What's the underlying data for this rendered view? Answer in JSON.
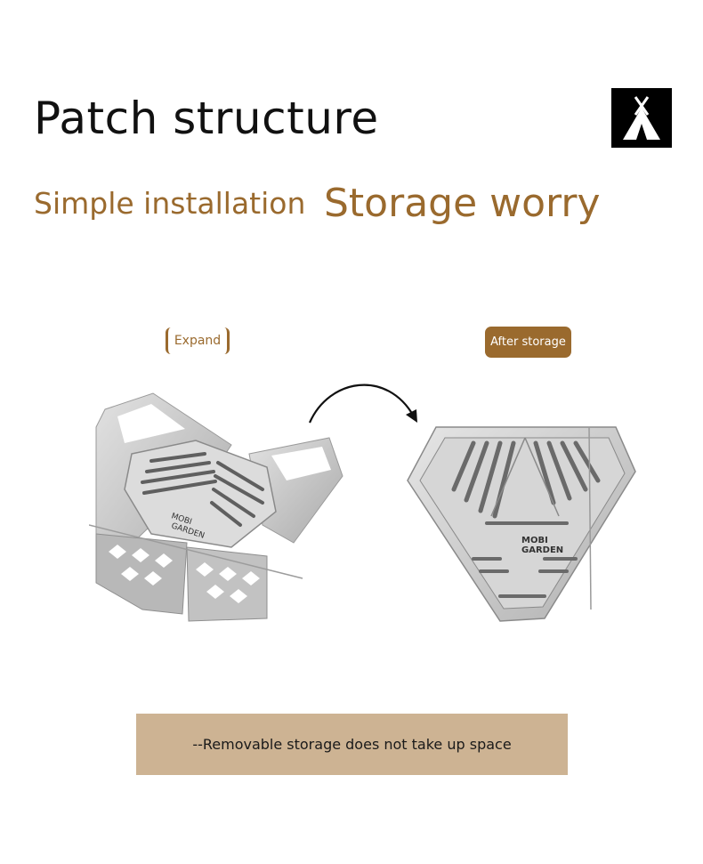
{
  "colors": {
    "accent_brown": "#9a6a2e",
    "band_tan": "#cdb393",
    "title_dark": "#111111",
    "steel": "#c9c9c9"
  },
  "header": {
    "title": "Patch structure",
    "logo_icon": "tent-icon"
  },
  "subtitles": {
    "left": "Simple installation",
    "right": "Storage worry"
  },
  "labels": {
    "expand": "Expand",
    "after_storage": "After storage"
  },
  "product": {
    "brand_line1": "MOBI",
    "brand_line2": "GARDEN"
  },
  "footer": {
    "text": "--Removable storage does not take up space"
  }
}
